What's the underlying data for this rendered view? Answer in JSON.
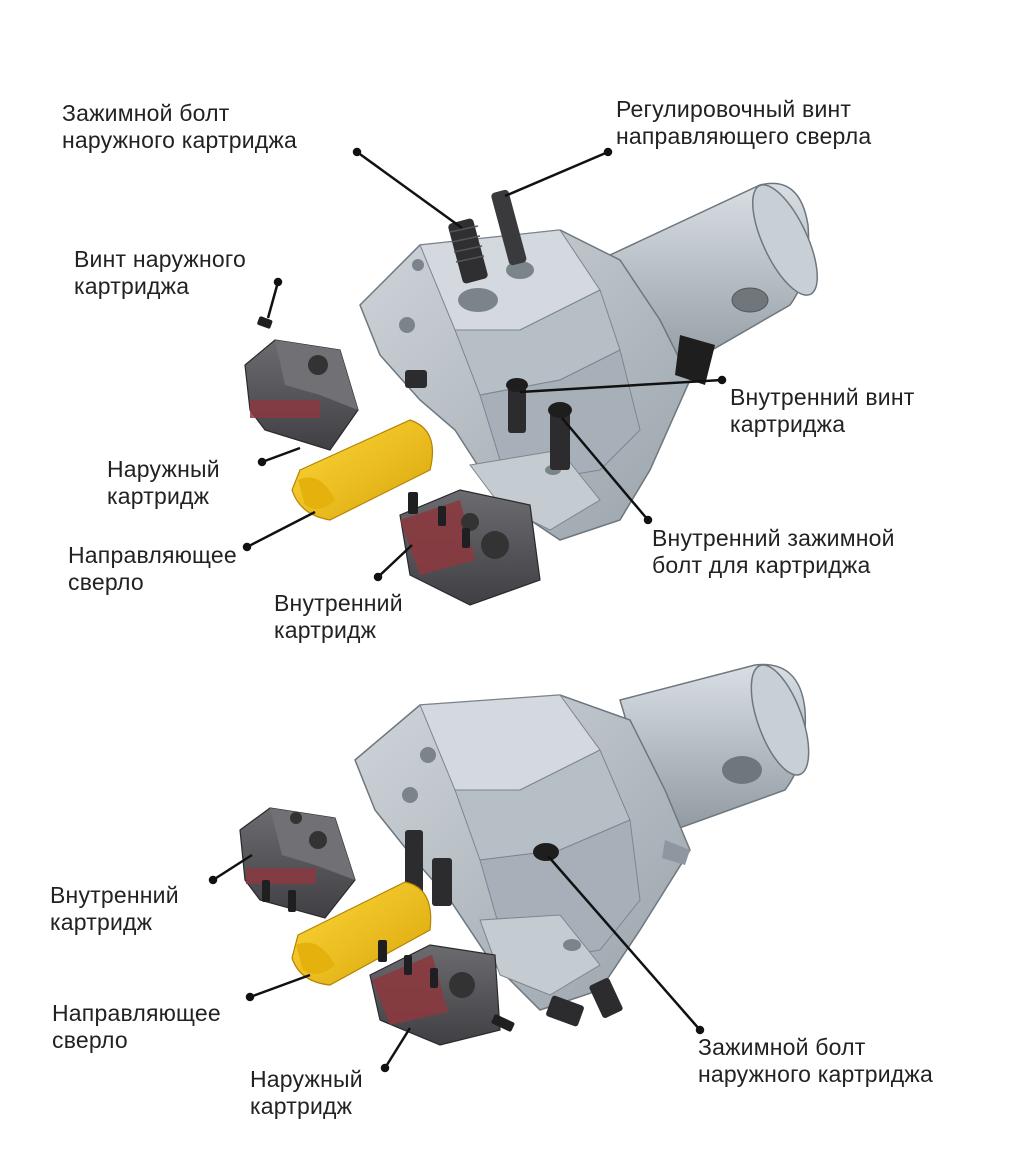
{
  "colors": {
    "body_steel": "#b9c0c7",
    "body_steel_dark": "#8e979f",
    "body_steel_light": "#d6dce1",
    "cartridge": "#5b5b5f",
    "cartridge_dark": "#3e3e42",
    "insert": "#8a3a3f",
    "drill": "#f2c318",
    "drill_dark": "#c99a06",
    "screw": "#2c2c2e",
    "leader": "#111111"
  },
  "top": {
    "labels": {
      "clamp_bolt_outer": [
        "Зажимной болт",
        "наружного картриджа"
      ],
      "adjust_screw_drill": [
        "Регулировочный винт",
        "направляющего сверла"
      ],
      "outer_cartridge_screw": [
        "Винт наружного",
        "картриджа"
      ],
      "inner_cartridge_screw": [
        "Внутренний винт",
        "картриджа"
      ],
      "outer_cartridge": [
        "Наружный",
        "картридж"
      ],
      "inner_clamp_bolt": [
        "Внутренний зажимной",
        "болт для картриджа"
      ],
      "pilot_drill": [
        "Направляющее",
        "сверло"
      ],
      "inner_cartridge": [
        "Внутренний",
        "картридж"
      ]
    }
  },
  "bottom": {
    "labels": {
      "inner_cartridge": [
        "Внутренний",
        "картридж"
      ],
      "pilot_drill": [
        "Направляющее",
        "сверло"
      ],
      "outer_cartridge": [
        "Наружный",
        "картридж"
      ],
      "clamp_bolt_outer": [
        "Зажимной болт",
        "наружного картриджа"
      ]
    }
  }
}
